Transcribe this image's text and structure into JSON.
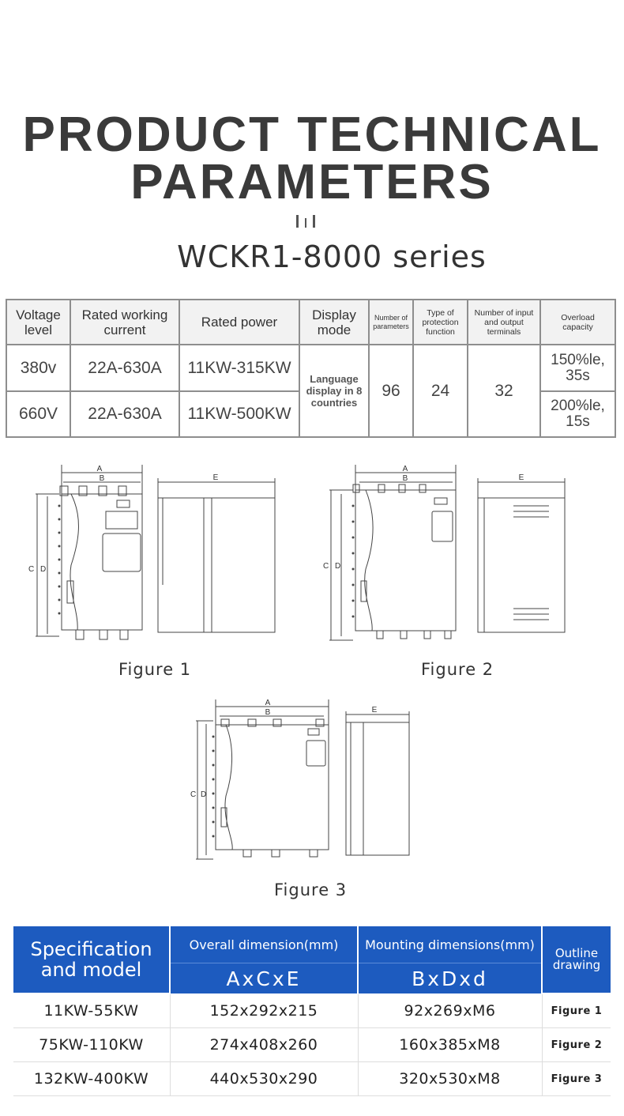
{
  "title_line1": "PRODUCT TECHNICAL",
  "title_line2": "PARAMETERS",
  "series": "WCKR1-8000 series",
  "spec_table": {
    "headers": {
      "voltage": "Voltage level",
      "current": "Rated working current",
      "power": "Rated power",
      "display": "Display mode",
      "num_params": "Number of parameters",
      "protection": "Type of protection function",
      "terminals": "Number of input and output terminals",
      "overload": "Overload capacity"
    },
    "rows": [
      {
        "voltage": "380v",
        "current": "22A-630A",
        "power": "11KW-315KW",
        "overload": "150%le, 35s"
      },
      {
        "voltage": "660V",
        "current": "22A-630A",
        "power": "11KW-500KW",
        "overload": "200%le, 15s"
      }
    ],
    "display_value": "Language display in 8 countries",
    "num_params_value": "96",
    "protection_value": "24",
    "terminals_value": "32"
  },
  "figures": {
    "dim_a": "A",
    "dim_b": "B",
    "dim_c": "C",
    "dim_d": "D",
    "dim_e": "E",
    "figure1": "Figure 1",
    "figure2": "Figure 2",
    "figure3": "Figure 3"
  },
  "dimension_table": {
    "headers": {
      "spec": "Specification and model",
      "overall": "Overall dimension(mm)",
      "overall_sub": "AxCxE",
      "mounting": "Mounting dimensions(mm)",
      "mounting_sub": "BxDxd",
      "outline": "Outline drawing"
    },
    "rows": [
      {
        "model": "11KW-55KW",
        "overall": "152x292x215",
        "mounting": "92x269xM6",
        "outline": "Figure 1"
      },
      {
        "model": "75KW-110KW",
        "overall": "274x408x260",
        "mounting": "160x385xM8",
        "outline": "Figure 2"
      },
      {
        "model": "132KW-400KW",
        "overall": "440x530x290",
        "mounting": "320x530xM8",
        "outline": "Figure 3"
      }
    ]
  },
  "colors": {
    "header_blue": "#1d5bbf",
    "border_gray": "#8e8e8e"
  }
}
